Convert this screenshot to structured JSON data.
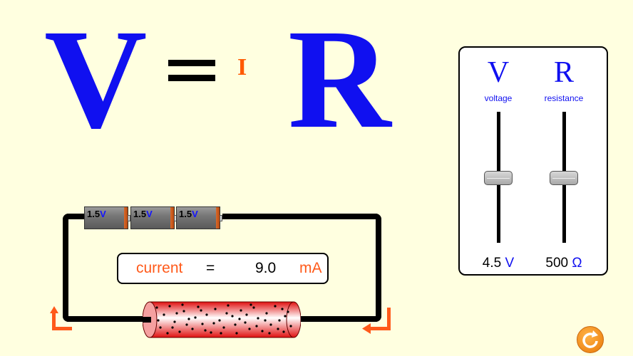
{
  "equation": {
    "v": "V",
    "equals": "=",
    "i": "I",
    "r": "R"
  },
  "colors": {
    "blue": "#1010f0",
    "orange": "#ff5a1a",
    "background": "#ffffe0"
  },
  "panel": {
    "voltage": {
      "symbol": "V",
      "label": "voltage",
      "value": "4.5",
      "unit": "V"
    },
    "resistance": {
      "symbol": "R",
      "label": "resistance",
      "value": "500",
      "unit": "Ω"
    }
  },
  "batteries": [
    {
      "value": "1.5",
      "unit": "V"
    },
    {
      "value": "1.5",
      "unit": "V"
    },
    {
      "value": "1.5",
      "unit": "V"
    }
  ],
  "current": {
    "label": "current",
    "equals": "=",
    "value": "9.0",
    "unit": "mA"
  },
  "reset": {
    "icon": "reset-icon"
  }
}
